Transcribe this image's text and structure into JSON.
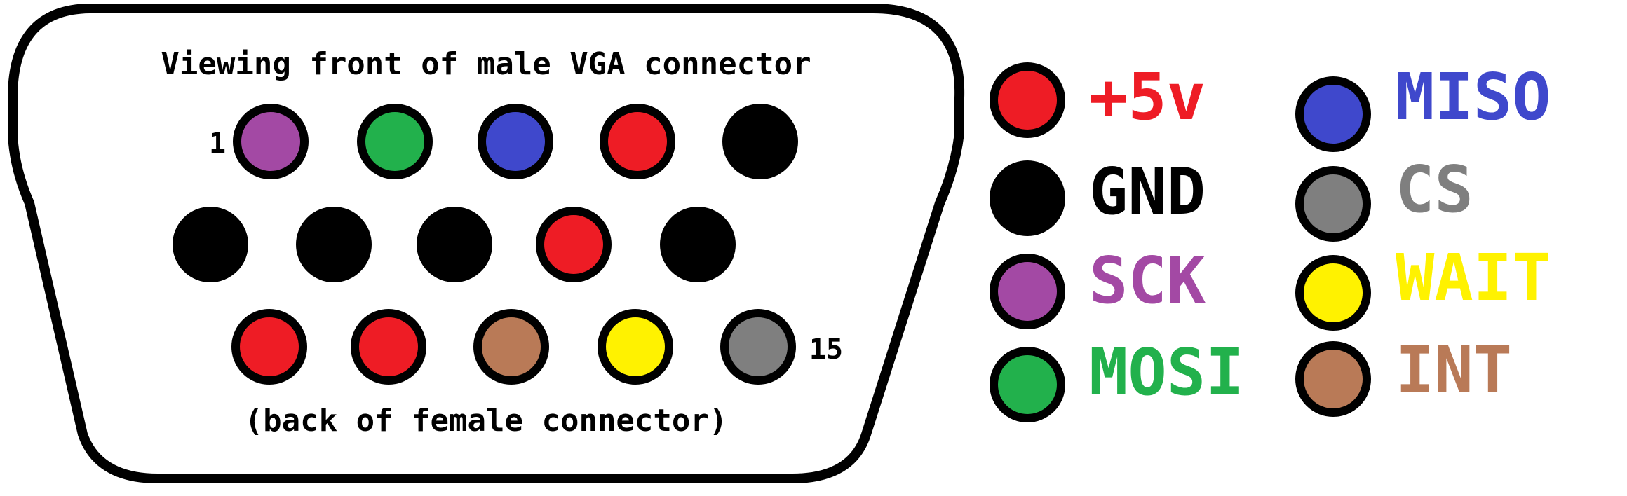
{
  "connector": {
    "top_caption": "Viewing front of male VGA connector",
    "bottom_caption": "(back of female connector)",
    "first_pin_label": "1",
    "last_pin_label": "15",
    "pins": [
      {
        "pin": 1,
        "signal": "SCK"
      },
      {
        "pin": 2,
        "signal": "MOSI"
      },
      {
        "pin": 3,
        "signal": "MISO"
      },
      {
        "pin": 4,
        "signal": "+5v"
      },
      {
        "pin": 5,
        "signal": "GND"
      },
      {
        "pin": 6,
        "signal": "GND"
      },
      {
        "pin": 7,
        "signal": "GND"
      },
      {
        "pin": 8,
        "signal": "GND"
      },
      {
        "pin": 9,
        "signal": "+5v"
      },
      {
        "pin": 10,
        "signal": "GND"
      },
      {
        "pin": 11,
        "signal": "+5v"
      },
      {
        "pin": 12,
        "signal": "+5v"
      },
      {
        "pin": 13,
        "signal": "INT"
      },
      {
        "pin": 14,
        "signal": "WAIT"
      },
      {
        "pin": 15,
        "signal": "CS"
      }
    ]
  },
  "legend": {
    "items": [
      {
        "key": "plus5v",
        "label": "+5v",
        "color": "#ee1c25"
      },
      {
        "key": "gnd",
        "label": "GND",
        "color": "#000000"
      },
      {
        "key": "sck",
        "label": "SCK",
        "color": "#a349a4"
      },
      {
        "key": "mosi",
        "label": "MOSI",
        "color": "#22b14c"
      },
      {
        "key": "miso",
        "label": "MISO",
        "color": "#3f48cc"
      },
      {
        "key": "cs",
        "label": "CS",
        "color": "#7f7f7f"
      },
      {
        "key": "wait",
        "label": "WAIT",
        "color": "#fff200"
      },
      {
        "key": "int",
        "label": "INT",
        "color": "#b97a57"
      }
    ]
  }
}
